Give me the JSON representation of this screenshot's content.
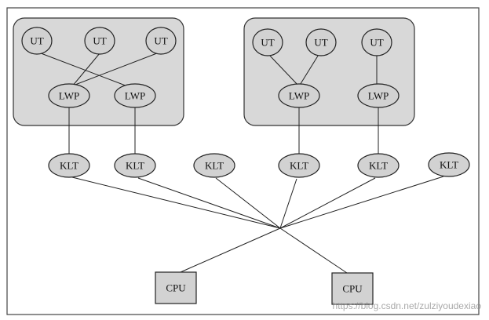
{
  "diagram": {
    "processes": [
      {
        "uts": [
          {
            "label": "UT"
          },
          {
            "label": "UT"
          },
          {
            "label": "UT"
          }
        ],
        "lwps": [
          {
            "label": "LWP"
          },
          {
            "label": "LWP"
          }
        ]
      },
      {
        "uts": [
          {
            "label": "UT"
          },
          {
            "label": "UT"
          },
          {
            "label": "UT"
          }
        ],
        "lwps": [
          {
            "label": "LWP"
          },
          {
            "label": "LWP"
          }
        ]
      }
    ],
    "klts": [
      {
        "label": "KLT"
      },
      {
        "label": "KLT"
      },
      {
        "label": "KLT"
      },
      {
        "label": "KLT"
      },
      {
        "label": "KLT"
      },
      {
        "label": "KLT"
      }
    ],
    "cpus": [
      {
        "label": "CPU"
      },
      {
        "label": "CPU"
      }
    ]
  },
  "watermark": "https://blog.csdn.net/zulziyoudexiao"
}
